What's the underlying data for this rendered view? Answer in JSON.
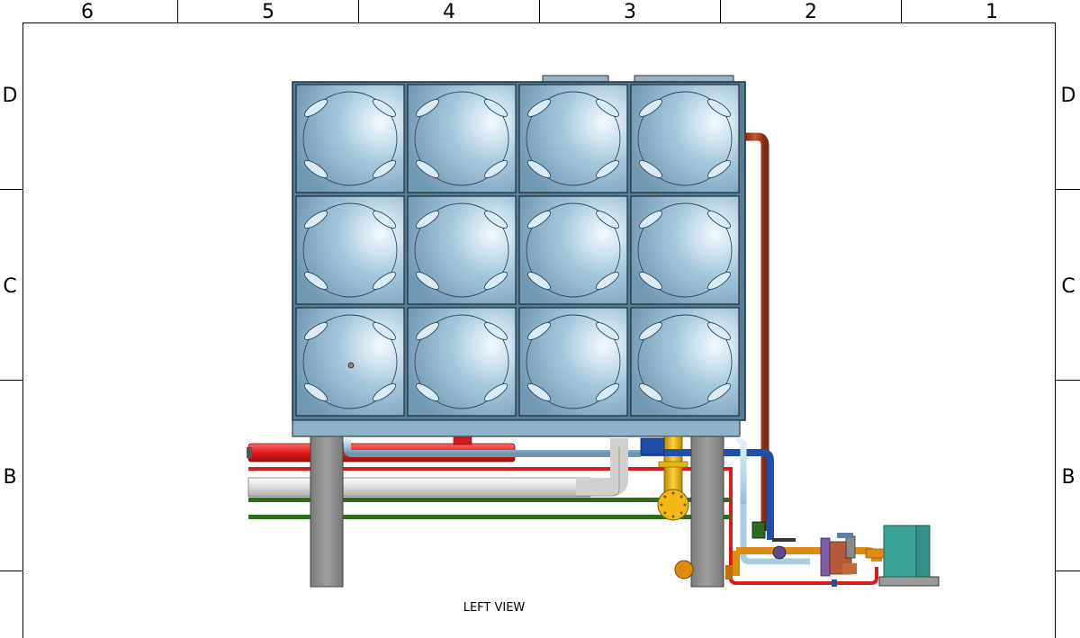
{
  "sheet": {
    "columns": [
      "6",
      "5",
      "4",
      "3",
      "2",
      "1"
    ],
    "rows": [
      "D",
      "C",
      "B"
    ]
  },
  "view": {
    "label": "LEFT VIEW"
  },
  "colors": {
    "tank_panel": "#8db4cc",
    "tank_frame": "#4a6f85",
    "leg": "#8a8a8a",
    "pipe_red": "#e01b1b",
    "pipe_light_blue": "#a9cde0",
    "pipe_white": "#e6e6e6",
    "pipe_green": "#2e6b1f",
    "pipe_yellow": "#e8b40c",
    "pipe_orange": "#e08a12",
    "pipe_blue": "#1f4fa8",
    "pipe_brown": "#a8401c",
    "pump": "#3aa396"
  }
}
